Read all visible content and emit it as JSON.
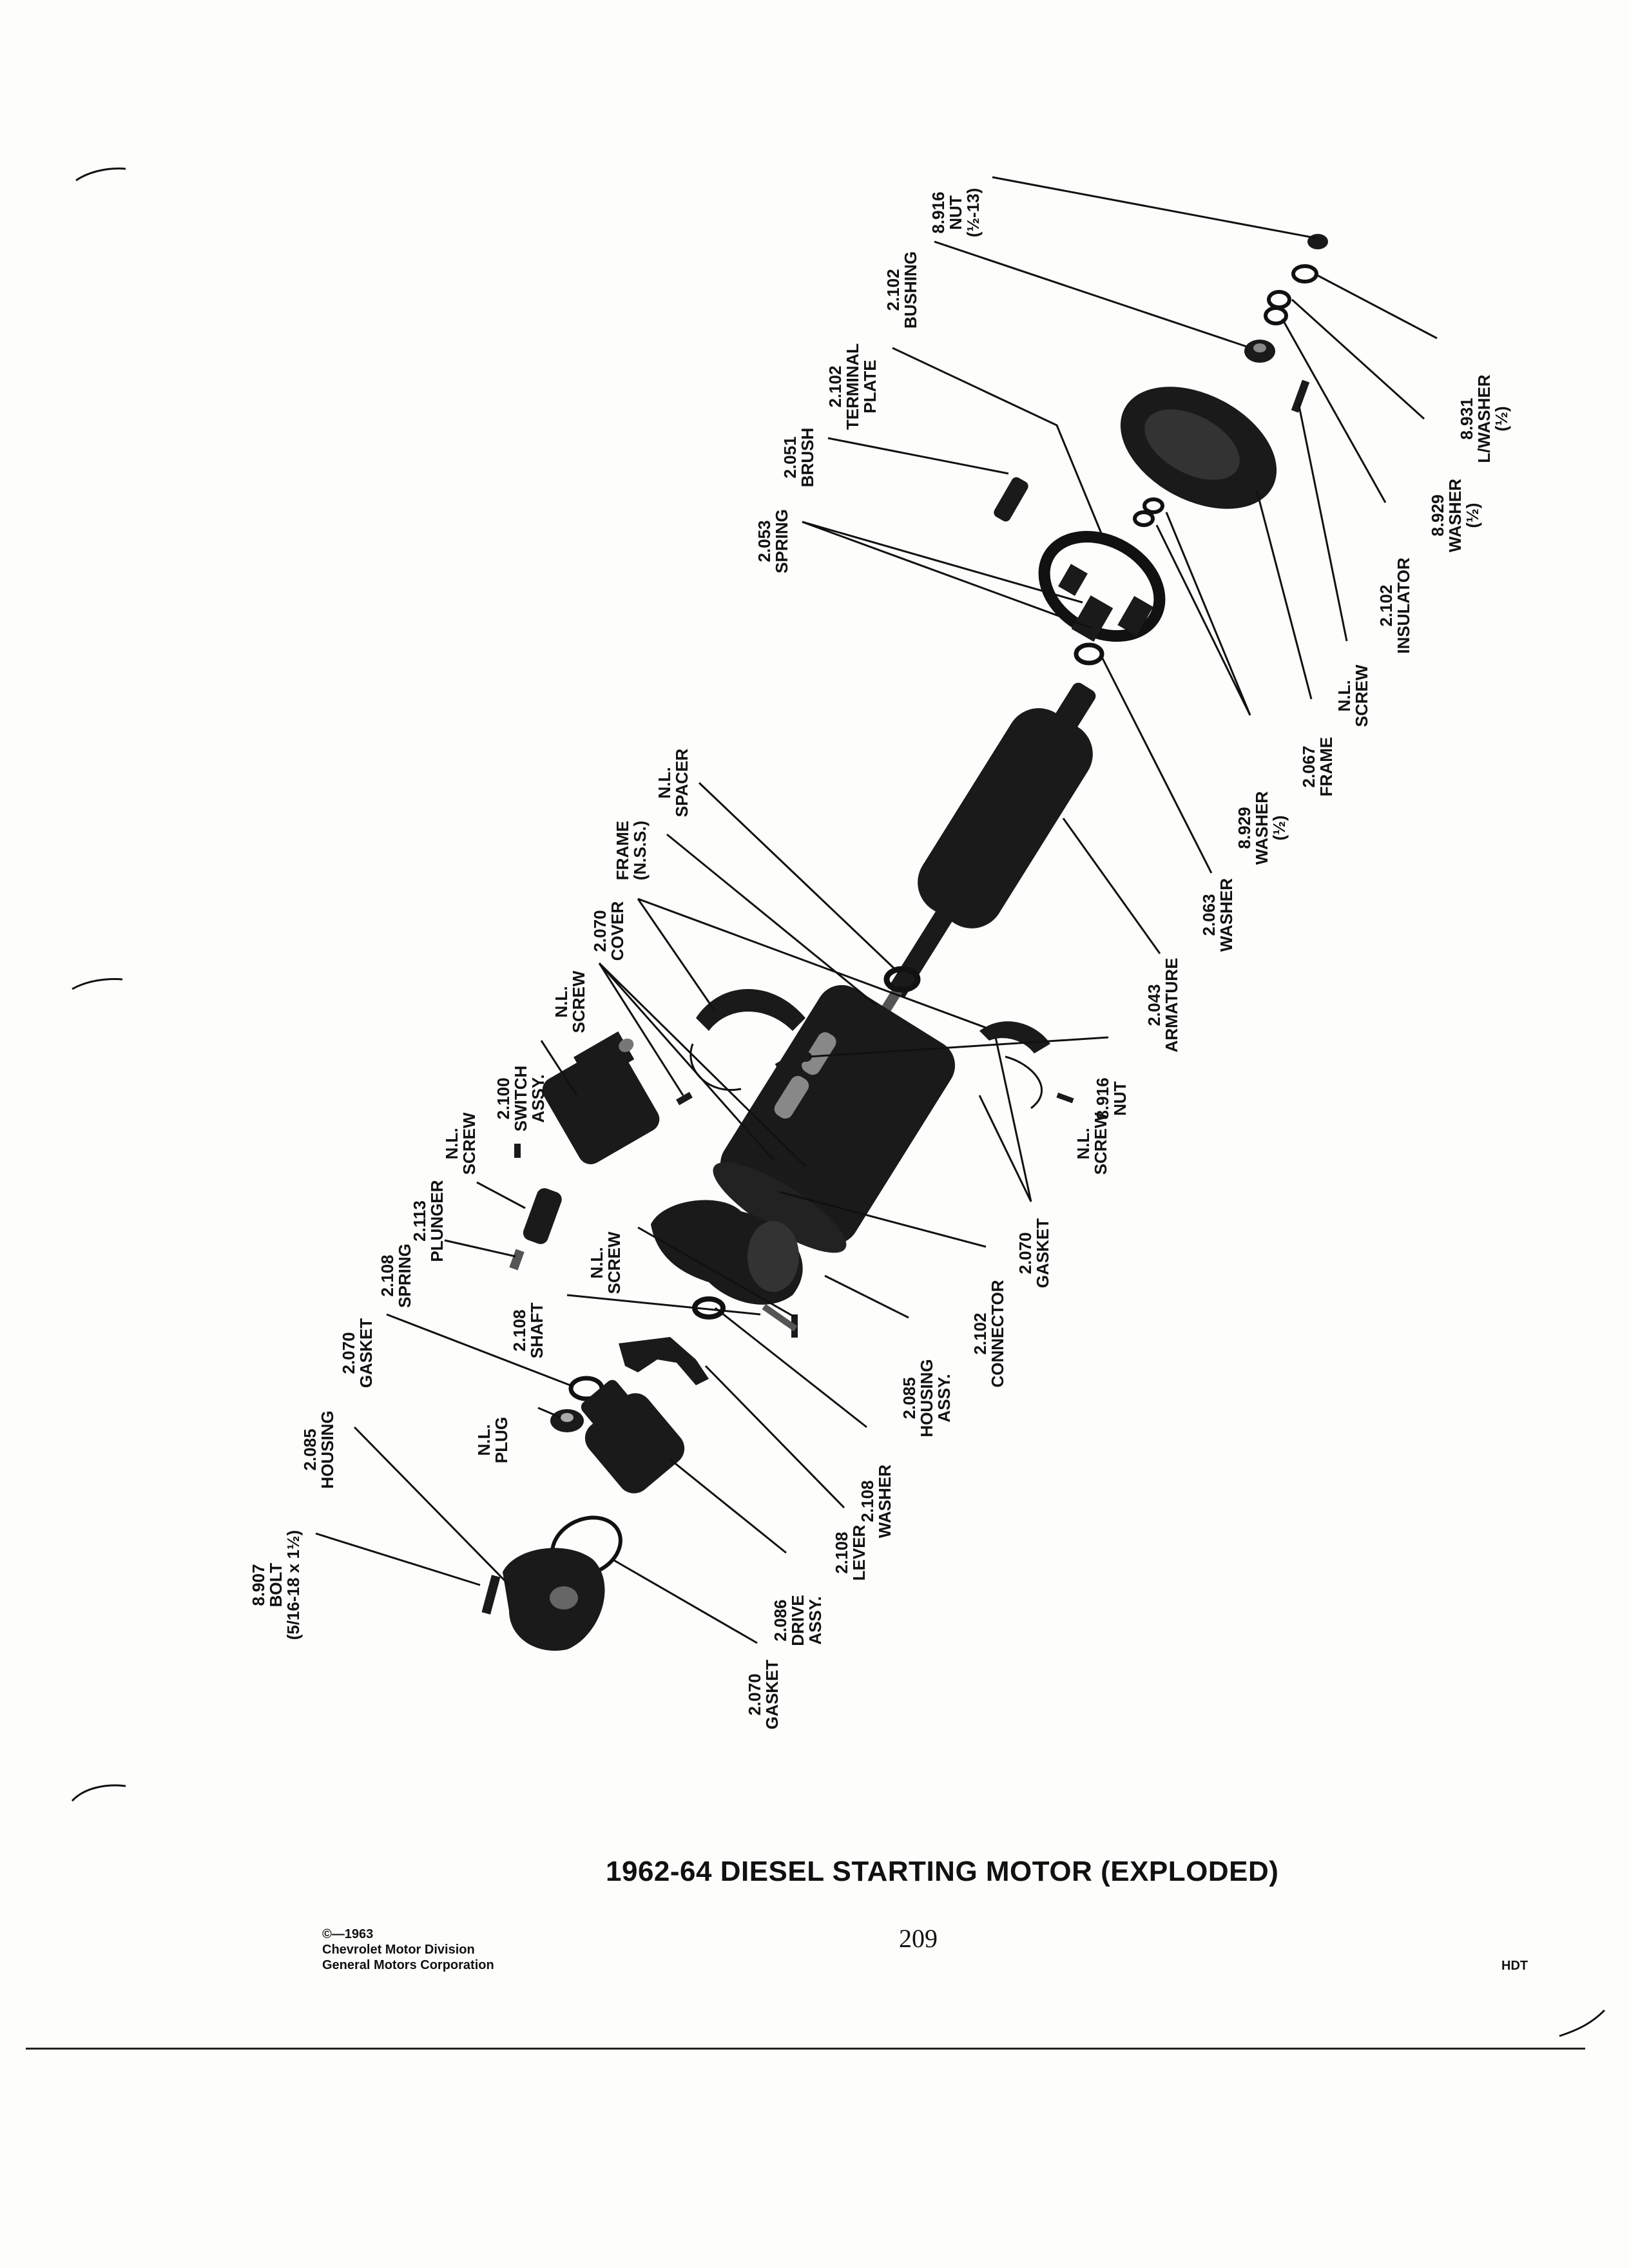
{
  "callouts": [
    {
      "id": "nut-top",
      "lines": [
        "8.916",
        "NUT",
        "(½-13)"
      ]
    },
    {
      "id": "bushing",
      "lines": [
        "2.102",
        "BUSHING"
      ]
    },
    {
      "id": "lwasher",
      "lines": [
        "8.931",
        "L/WASHER",
        "(½)"
      ]
    },
    {
      "id": "terminal-plate",
      "lines": [
        "2.102",
        "TERMINAL",
        "PLATE"
      ]
    },
    {
      "id": "washer-right",
      "lines": [
        "8.929",
        "WASHER",
        "(½)"
      ]
    },
    {
      "id": "brush",
      "lines": [
        "2.051",
        "BRUSH"
      ]
    },
    {
      "id": "insulator",
      "lines": [
        "2.102",
        "INSULATOR"
      ]
    },
    {
      "id": "spring-top",
      "lines": [
        "2.053",
        "SPRING"
      ]
    },
    {
      "id": "nl-screw-frame",
      "lines": [
        "N.L.",
        "SCREW"
      ]
    },
    {
      "id": "frame",
      "lines": [
        "2.067",
        "FRAME"
      ]
    },
    {
      "id": "washer-mid",
      "lines": [
        "8.929",
        "WASHER",
        "(½)"
      ]
    },
    {
      "id": "nl-spacer",
      "lines": [
        "N.L.",
        "SPACER"
      ]
    },
    {
      "id": "washer-2063",
      "lines": [
        "2.063",
        "WASHER"
      ]
    },
    {
      "id": "frame-nss",
      "lines": [
        "FRAME",
        "(N.S.S.)"
      ]
    },
    {
      "id": "cover",
      "lines": [
        "2.070",
        "COVER"
      ]
    },
    {
      "id": "armature",
      "lines": [
        "2.043",
        "ARMATURE"
      ]
    },
    {
      "id": "nl-screw-cover",
      "lines": [
        "N.L.",
        "SCREW"
      ]
    },
    {
      "id": "switch-assy",
      "lines": [
        "2.100",
        "SWITCH",
        "ASSY."
      ]
    },
    {
      "id": "nut-mid",
      "lines": [
        "8.916",
        "NUT"
      ]
    },
    {
      "id": "nl-screw-switch",
      "lines": [
        "N.L.",
        "SCREW"
      ]
    },
    {
      "id": "nl-screw-right",
      "lines": [
        "N.L.",
        "SCREW"
      ]
    },
    {
      "id": "gasket-cover",
      "lines": [
        "2.070",
        "GASKET"
      ]
    },
    {
      "id": "plunger",
      "lines": [
        "2.113",
        "PLUNGER"
      ]
    },
    {
      "id": "spring-plunger",
      "lines": [
        "2.108",
        "SPRING"
      ]
    },
    {
      "id": "nl-screw-housing",
      "lines": [
        "N.L.",
        "SCREW"
      ]
    },
    {
      "id": "connector",
      "lines": [
        "2.102",
        "CONNECTOR"
      ]
    },
    {
      "id": "shaft",
      "lines": [
        "2.108",
        "SHAFT"
      ]
    },
    {
      "id": "gasket-left",
      "lines": [
        "2.070",
        "GASKET"
      ]
    },
    {
      "id": "housing-assy",
      "lines": [
        "2.085",
        "HOUSING",
        "ASSY."
      ]
    },
    {
      "id": "nl-plug",
      "lines": [
        "N.L.",
        "PLUG"
      ]
    },
    {
      "id": "housing-left",
      "lines": [
        "2.085",
        "HOUSING"
      ]
    },
    {
      "id": "washer-lever",
      "lines": [
        "2.108",
        "WASHER"
      ]
    },
    {
      "id": "bolt",
      "lines": [
        "8.907",
        "BOLT",
        "(5/16-18 x 1½)"
      ]
    },
    {
      "id": "lever",
      "lines": [
        "2.108",
        "LEVER"
      ]
    },
    {
      "id": "drive-assy",
      "lines": [
        "2.086",
        "DRIVE",
        "ASSY."
      ]
    },
    {
      "id": "gasket-bottom",
      "lines": [
        "2.070",
        "GASKET"
      ]
    }
  ],
  "footer": {
    "title": "1962-64 DIESEL STARTING MOTOR (EXPLODED)",
    "page_number": "209",
    "copyright": [
      "©—1963",
      "Chevrolet Motor Division",
      "General Motors Corporation"
    ],
    "code": "HDT"
  }
}
